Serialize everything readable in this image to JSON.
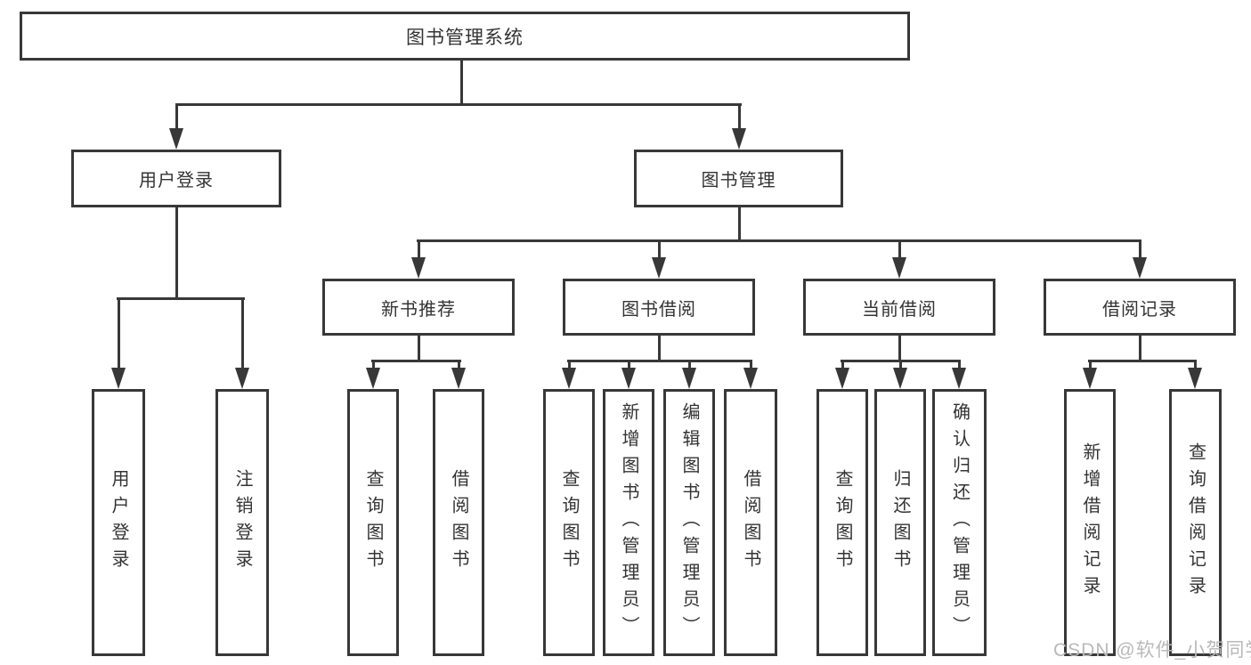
{
  "diagram_type": "hierarchy-tree",
  "colors": {
    "line": "#383838",
    "box_border": "#383838",
    "text": "#333333",
    "watermark": "#b9b9b9",
    "background": "#ffffff"
  },
  "tree": {
    "root": {
      "label": "图书管理系统"
    },
    "children": [
      {
        "label": "用户登录",
        "children": [
          {
            "label": "用户登录"
          },
          {
            "label": "注销登录"
          }
        ]
      },
      {
        "label": "图书管理",
        "children": [
          {
            "label": "新书推荐",
            "children": [
              {
                "label": "查询图书"
              },
              {
                "label": "借阅图书"
              }
            ]
          },
          {
            "label": "图书借阅",
            "children": [
              {
                "label": "查询图书"
              },
              {
                "label": "新增图书（管理员）"
              },
              {
                "label": "编辑图书（管理员）"
              },
              {
                "label": "借阅图书"
              }
            ]
          },
          {
            "label": "当前借阅",
            "children": [
              {
                "label": "查询图书"
              },
              {
                "label": "归还图书"
              },
              {
                "label": "确认归还（管理员）"
              }
            ]
          },
          {
            "label": "借阅记录",
            "children": [
              {
                "label": "新增借阅记录"
              },
              {
                "label": "查询借阅记录"
              }
            ]
          }
        ]
      }
    ]
  },
  "watermark": {
    "text": "CSDN @软件_小贺同学"
  }
}
